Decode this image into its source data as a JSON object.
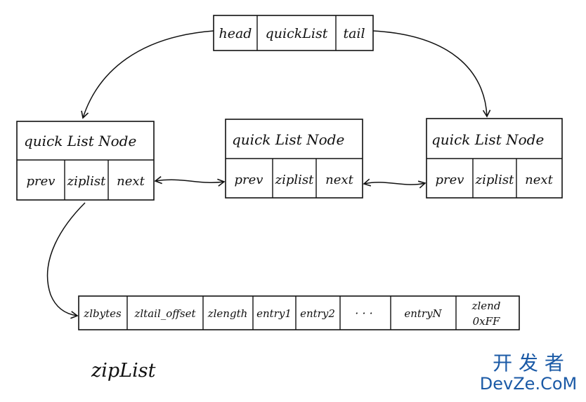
{
  "diagram": {
    "quicklist": {
      "cells": [
        "head",
        "quickList",
        "tail"
      ]
    },
    "nodes": [
      {
        "title": "quick List Node",
        "fields": [
          "prev",
          "ziplist",
          "next"
        ]
      },
      {
        "title": "quick List Node",
        "fields": [
          "prev",
          "ziplist",
          "next"
        ]
      },
      {
        "title": "quick List Node",
        "fields": [
          "prev",
          "ziplist",
          "next"
        ]
      }
    ],
    "ziplist": {
      "cells": [
        "zlbytes",
        "zltail_offset",
        "zlength",
        "entry1",
        "entry2",
        "· · ·",
        "entryN"
      ],
      "last_cell": [
        "zlend",
        "0xFF"
      ],
      "label": "zipList"
    }
  },
  "watermark": {
    "line1": "开 发 者",
    "line2": "DevZe.CoM"
  },
  "colors": {
    "ink": "#111111",
    "watermark": "#1b5aa6"
  }
}
